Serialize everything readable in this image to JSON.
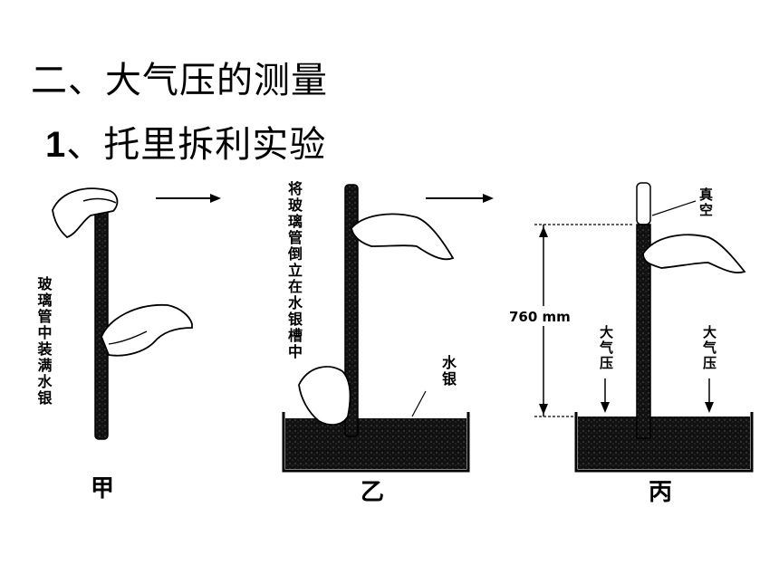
{
  "heading": "二、大气压的测量",
  "subheading": {
    "number": "1",
    "text": "、托里拆利实验"
  },
  "figure": {
    "panels": [
      {
        "caption": "甲",
        "label": "玻璃管中装满水银"
      },
      {
        "caption": "乙",
        "label": "将玻璃管倒立在水银槽中",
        "mercury_label": "水银"
      },
      {
        "caption": "丙",
        "vacuum_label": "真空",
        "height_label": "760 mm",
        "pressure_left": "大气压",
        "pressure_right": "大气压"
      }
    ]
  }
}
